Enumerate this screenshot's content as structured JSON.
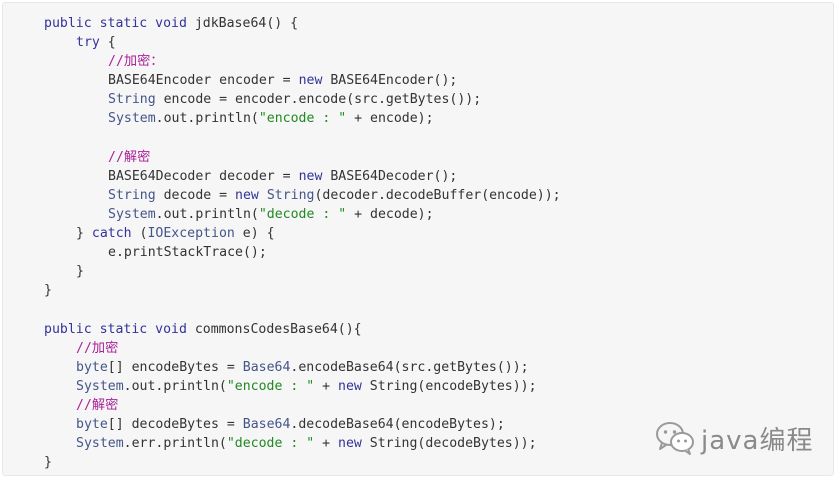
{
  "code": {
    "lines": [
      {
        "indent": 0,
        "tokens": [
          {
            "t": "kw",
            "v": "public static void"
          },
          {
            "t": "pl",
            "v": " jdkBase64() {"
          }
        ]
      },
      {
        "indent": 1,
        "tokens": [
          {
            "t": "kw",
            "v": "try"
          },
          {
            "t": "pl",
            "v": " {"
          }
        ]
      },
      {
        "indent": 2,
        "tokens": [
          {
            "t": "cm",
            "v": "//加密："
          }
        ]
      },
      {
        "indent": 2,
        "tokens": [
          {
            "t": "pl",
            "v": "BASE64Encoder encoder = "
          },
          {
            "t": "kw",
            "v": "new"
          },
          {
            "t": "pl",
            "v": " BASE64Encoder();"
          }
        ]
      },
      {
        "indent": 2,
        "tokens": [
          {
            "t": "tp",
            "v": "String"
          },
          {
            "t": "pl",
            "v": " encode = encoder.encode(src.getBytes());"
          }
        ]
      },
      {
        "indent": 2,
        "tokens": [
          {
            "t": "tp",
            "v": "System"
          },
          {
            "t": "pl",
            "v": ".out.println("
          },
          {
            "t": "st",
            "v": "\"encode : \""
          },
          {
            "t": "pl",
            "v": " + encode);"
          }
        ]
      },
      {
        "indent": 0,
        "tokens": []
      },
      {
        "indent": 2,
        "tokens": [
          {
            "t": "cm",
            "v": "//解密"
          }
        ]
      },
      {
        "indent": 2,
        "tokens": [
          {
            "t": "pl",
            "v": "BASE64Decoder decoder = "
          },
          {
            "t": "kw",
            "v": "new"
          },
          {
            "t": "pl",
            "v": " BASE64Decoder();"
          }
        ]
      },
      {
        "indent": 2,
        "tokens": [
          {
            "t": "tp",
            "v": "String"
          },
          {
            "t": "pl",
            "v": " decode = "
          },
          {
            "t": "kw",
            "v": "new"
          },
          {
            "t": "pl",
            "v": " "
          },
          {
            "t": "tp",
            "v": "String"
          },
          {
            "t": "pl",
            "v": "(decoder.decodeBuffer(encode));"
          }
        ]
      },
      {
        "indent": 2,
        "tokens": [
          {
            "t": "tp",
            "v": "System"
          },
          {
            "t": "pl",
            "v": ".out.println("
          },
          {
            "t": "st",
            "v": "\"decode : \""
          },
          {
            "t": "pl",
            "v": " + decode);"
          }
        ]
      },
      {
        "indent": 1,
        "tokens": [
          {
            "t": "pl",
            "v": "} "
          },
          {
            "t": "kw",
            "v": "catch"
          },
          {
            "t": "pl",
            "v": " ("
          },
          {
            "t": "tp",
            "v": "IOException"
          },
          {
            "t": "pl",
            "v": " e) {"
          }
        ]
      },
      {
        "indent": 2,
        "tokens": [
          {
            "t": "pl",
            "v": "e.printStackTrace();"
          }
        ]
      },
      {
        "indent": 1,
        "tokens": [
          {
            "t": "pl",
            "v": "}"
          }
        ]
      },
      {
        "indent": 0,
        "tokens": [
          {
            "t": "pl",
            "v": "}"
          }
        ]
      },
      {
        "indent": 0,
        "tokens": []
      },
      {
        "indent": 0,
        "tokens": [
          {
            "t": "kw",
            "v": "public static void"
          },
          {
            "t": "pl",
            "v": " commonsCodesBase64(){"
          }
        ]
      },
      {
        "indent": 1,
        "tokens": [
          {
            "t": "cm",
            "v": "//加密"
          }
        ]
      },
      {
        "indent": 1,
        "tokens": [
          {
            "t": "tp",
            "v": "byte"
          },
          {
            "t": "pl",
            "v": "[] encodeBytes = "
          },
          {
            "t": "tp",
            "v": "Base64"
          },
          {
            "t": "pl",
            "v": ".encodeBase64(src.getBytes());"
          }
        ]
      },
      {
        "indent": 1,
        "tokens": [
          {
            "t": "tp",
            "v": "System"
          },
          {
            "t": "pl",
            "v": ".out.println("
          },
          {
            "t": "st",
            "v": "\"encode : \""
          },
          {
            "t": "pl",
            "v": " + "
          },
          {
            "t": "kw",
            "v": "new"
          },
          {
            "t": "pl",
            "v": " String(encodeBytes));"
          }
        ]
      },
      {
        "indent": 1,
        "tokens": [
          {
            "t": "cm",
            "v": "//解密"
          }
        ]
      },
      {
        "indent": 1,
        "tokens": [
          {
            "t": "tp",
            "v": "byte"
          },
          {
            "t": "pl",
            "v": "[] decodeBytes = "
          },
          {
            "t": "tp",
            "v": "Base64"
          },
          {
            "t": "pl",
            "v": ".decodeBase64(encodeBytes);"
          }
        ]
      },
      {
        "indent": 1,
        "tokens": [
          {
            "t": "tp",
            "v": "System"
          },
          {
            "t": "pl",
            "v": ".err.println("
          },
          {
            "t": "st",
            "v": "\"decode : \""
          },
          {
            "t": "pl",
            "v": " + "
          },
          {
            "t": "kw",
            "v": "new"
          },
          {
            "t": "pl",
            "v": " String(decodeBytes));"
          }
        ]
      },
      {
        "indent": 0,
        "tokens": [
          {
            "t": "pl",
            "v": "}"
          }
        ]
      }
    ]
  },
  "colors": {
    "panel_background": "#f6f6f6",
    "keyword": "#333399",
    "type": "#445588",
    "comment": "#aa2299",
    "string": "#228822",
    "plain": "#333333",
    "watermark": "#8a8a8a"
  },
  "watermark": {
    "icon": "wechat-icon",
    "text": "java编程"
  }
}
